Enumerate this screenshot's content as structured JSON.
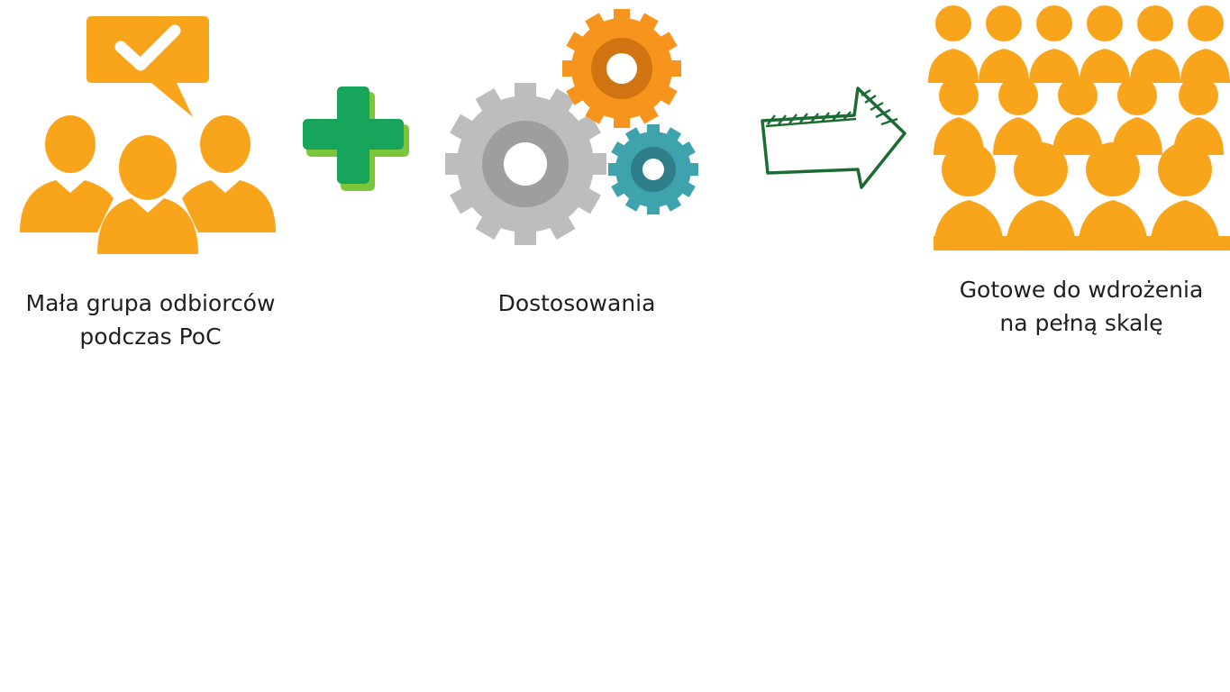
{
  "steps": [
    {
      "icon": "small-group-feedback-icon",
      "lines": [
        "Mała grupa odbiorców",
        "podczas PoC"
      ]
    },
    {
      "icon": "plus-icon",
      "lines": []
    },
    {
      "icon": "gears-icon",
      "lines": [
        "Dostosowania"
      ]
    },
    {
      "icon": "arrow-right-icon",
      "lines": []
    },
    {
      "icon": "crowd-icon",
      "lines": [
        "Gotowe do wdrożenia",
        "na pełną skalę"
      ]
    }
  ],
  "colors": {
    "people_orange": "#F9A51B",
    "plus_green": "#17A55B",
    "plus_shadow": "#7CC63C",
    "gear_gray": "#BDBDBD",
    "gear_orange": "#F7941D",
    "gear_teal": "#3FA3AE",
    "arrow_green": "#1C6B33"
  }
}
